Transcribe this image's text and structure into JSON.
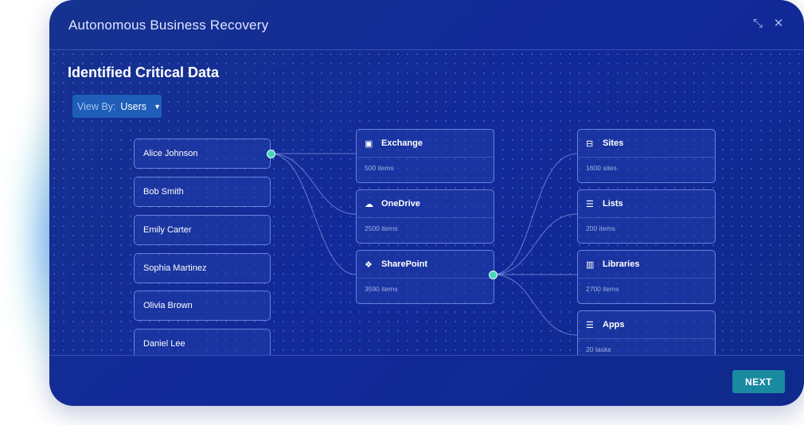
{
  "window": {
    "title": "Autonomous Business Recovery",
    "expand_icon": "expand-icon",
    "close_icon": "close-icon"
  },
  "main": {
    "section_title": "Identified Critical Data",
    "view_by": {
      "label": "View By:",
      "value": "Users"
    }
  },
  "users": [
    {
      "name": "Alice Johnson",
      "selected": true
    },
    {
      "name": "Bob Smith"
    },
    {
      "name": "Emily Carter"
    },
    {
      "name": "Sophia Martinez"
    },
    {
      "name": "Olivia Brown"
    },
    {
      "name": "Daniel Lee"
    }
  ],
  "services": [
    {
      "name": "Exchange",
      "count": "500 items",
      "icon": "exchange-icon"
    },
    {
      "name": "OneDrive",
      "count": "2500 items",
      "icon": "onedrive-icon"
    },
    {
      "name": "SharePoint",
      "count": "3590 items",
      "icon": "sharepoint-icon",
      "selected": true
    }
  ],
  "sharepoint_children": [
    {
      "name": "Sites",
      "count": "1600 sites",
      "icon": "sites-icon"
    },
    {
      "name": "Lists",
      "count": "200 items",
      "icon": "list-icon"
    },
    {
      "name": "Libraries",
      "count": "2700 items",
      "icon": "libraries-icon"
    },
    {
      "name": "Apps",
      "count": "20 tasks",
      "icon": "list-icon"
    }
  ],
  "footer": {
    "next_label": "NEXT"
  },
  "colors": {
    "accent": "#1a8aa0",
    "connector_dot": "#46d5b8",
    "background": "#12299a"
  }
}
